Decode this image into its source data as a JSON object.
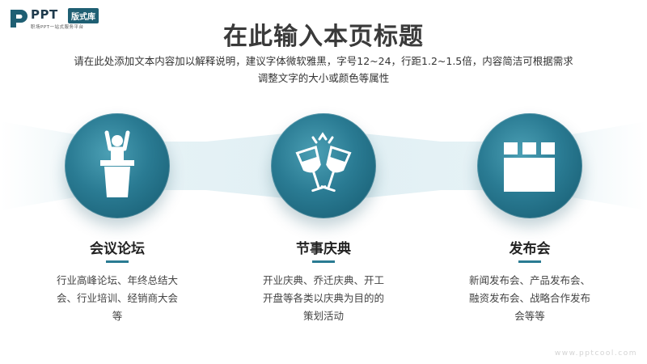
{
  "logo": {
    "brand": "PPT",
    "badge": "版式库",
    "tagline": "职场PPT一站式服务平台"
  },
  "title": "在此输入本页标题",
  "subtitle": "请在此处添加文本内容加以解释说明，建议字体微软雅黑，字号12~24，行距1.2~1.5倍，内容简洁可根据需求调整文字的大小或颜色等属性",
  "columns": [
    {
      "icon": "podium-speaker-icon",
      "heading": "会议论坛",
      "description": "行业高峰论坛、年终总结大会、行业培训、经销商大会等"
    },
    {
      "icon": "wine-glasses-cheers-icon",
      "heading": "节事庆典",
      "description": "开业庆典、乔迁庆典、开工开盘等各类以庆典为目的的策划活动"
    },
    {
      "icon": "display-board-icon",
      "heading": "发布会",
      "description": "新闻发布会、产品发布会、融资发布会、战略合作发布会等等"
    }
  ],
  "watermark": "www.pptcool.com",
  "colors": {
    "accent": "#2a7b93",
    "accent_dark": "#15596e",
    "title": "#3a3a3a"
  }
}
